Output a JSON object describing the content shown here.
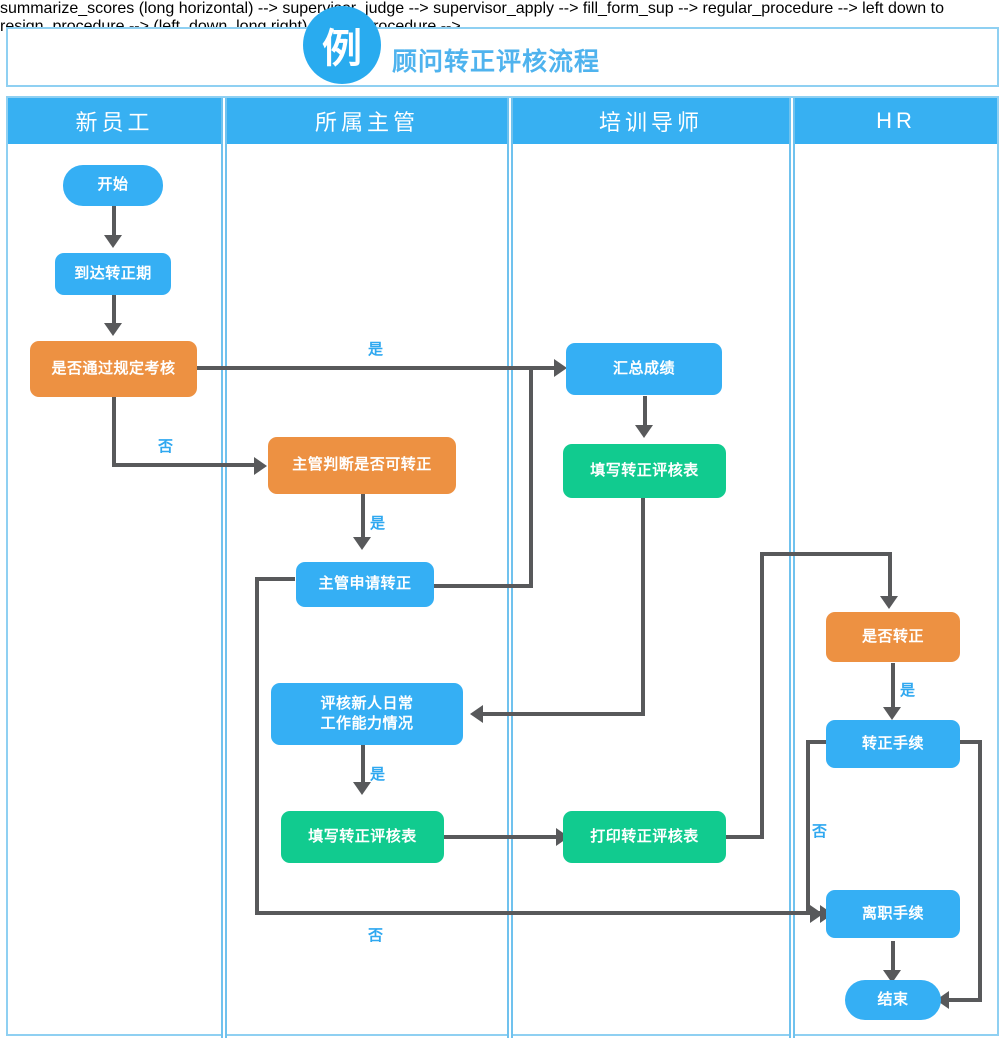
{
  "header": {
    "badge_label": "例",
    "title": "顾问转正评核流程"
  },
  "lanes": [
    {
      "id": "lane-new-employee",
      "label": "新员工"
    },
    {
      "id": "lane-supervisor",
      "label": "所属主管"
    },
    {
      "id": "lane-trainer",
      "label": "培训导师"
    },
    {
      "id": "lane-hr",
      "label": "HR"
    }
  ],
  "nodes": {
    "start": "开始",
    "reach_period": "到达转正期",
    "pass_assessment": "是否通过规定考核",
    "supervisor_judge": "主管判断是否可转正",
    "supervisor_apply": "主管申请转正",
    "evaluate_daily": "评核新人日常\n工作能力情况",
    "evaluate_daily_l1": "评核新人日常",
    "evaluate_daily_l2": "工作能力情况",
    "fill_form_sup": "填写转正评核表",
    "summarize_scores": "汇总成绩",
    "fill_form_trainer": "填写转正评核表",
    "print_form": "打印转正评核表",
    "confirm_regular": "是否转正",
    "regular_procedure": "转正手续",
    "resign_procedure": "离职手续",
    "end": "结束"
  },
  "edge_labels": {
    "pass_yes": "是",
    "pass_no": "否",
    "judge_yes": "是",
    "evaluate_yes": "是",
    "confirm_yes": "是",
    "confirm_no": "否",
    "apply_no": "否"
  },
  "colors": {
    "blue": "#35AFF4",
    "orange": "#ED9142",
    "green": "#11CB8F",
    "lane_header": "#37B0F2",
    "lane_border": "#8fd0f2",
    "lane_divider": "#70C2EE",
    "connector": "#58595B",
    "label_text": "#2FA8F0",
    "title_text": "#4FB3EE"
  }
}
